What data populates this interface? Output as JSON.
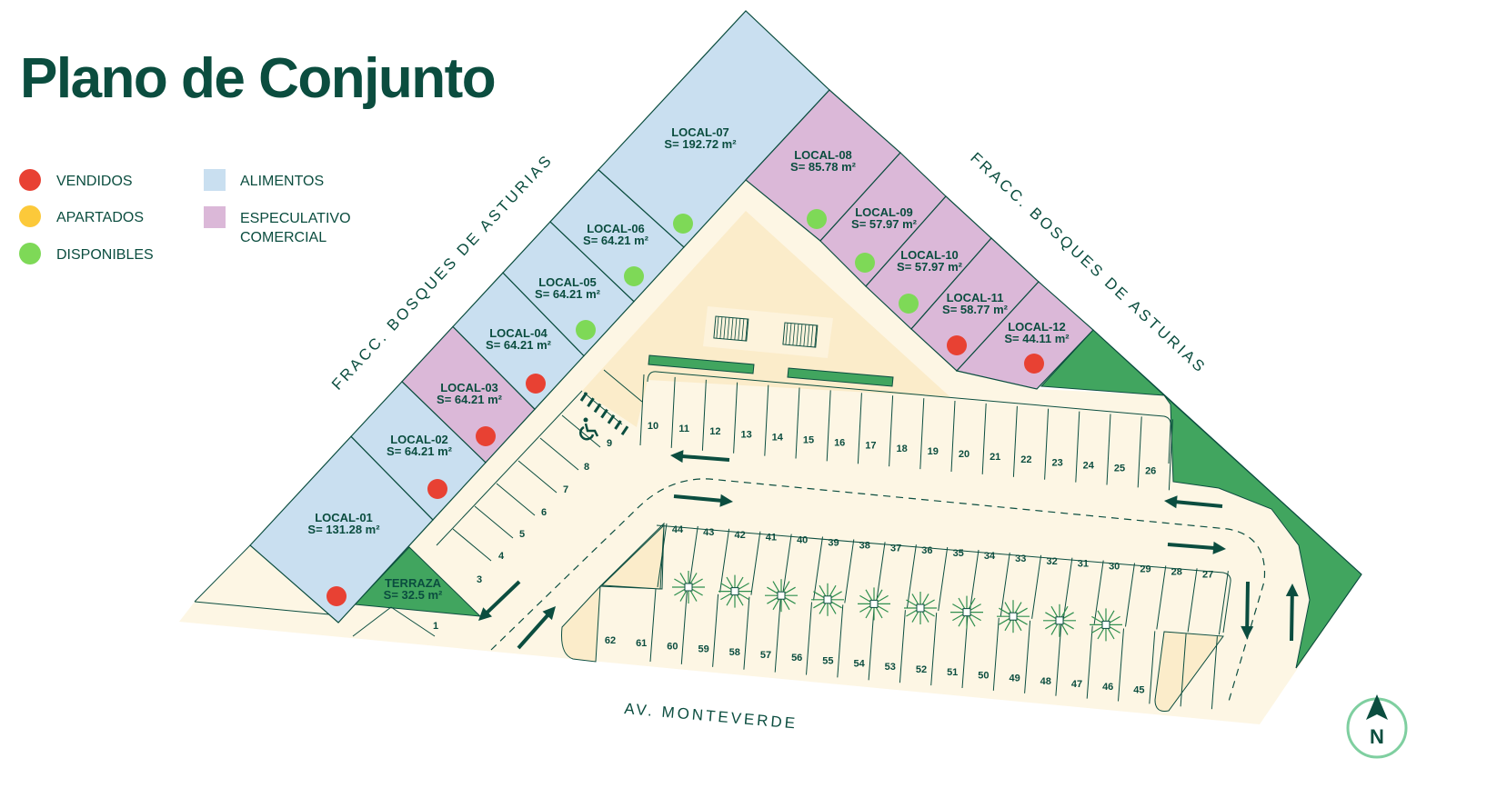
{
  "title": "Plano de Conjunto",
  "legend": {
    "status": [
      {
        "label": "VENDIDOS",
        "color": "#e84133"
      },
      {
        "label": "APARTADOS",
        "color": "#fcc93a"
      },
      {
        "label": "DISPONIBLES",
        "color": "#7ed957"
      }
    ],
    "categories": [
      {
        "label": "ALIMENTOS",
        "color": "#c9dff0"
      },
      {
        "label_line1": "ESPECULATIVO",
        "label_line2": "COMERCIAL",
        "color": "#dbb8d8"
      }
    ]
  },
  "lots": [
    {
      "name": "LOCAL-01",
      "area": "S= 131.28 m²",
      "category": "alimentos",
      "status": "vendido"
    },
    {
      "name": "LOCAL-02",
      "area": "S= 64.21 m²",
      "category": "alimentos",
      "status": "vendido"
    },
    {
      "name": "LOCAL-03",
      "area": "S= 64.21 m²",
      "category": "especulativo",
      "status": "vendido"
    },
    {
      "name": "LOCAL-04",
      "area": "S= 64.21 m²",
      "category": "alimentos",
      "status": "vendido"
    },
    {
      "name": "LOCAL-05",
      "area": "S= 64.21 m²",
      "category": "alimentos",
      "status": "disponible"
    },
    {
      "name": "LOCAL-06",
      "area": "S= 64.21 m²",
      "category": "alimentos",
      "status": "disponible"
    },
    {
      "name": "LOCAL-07",
      "area": "S= 192.72 m²",
      "category": "alimentos",
      "status": "disponible"
    },
    {
      "name": "LOCAL-08",
      "area": "S= 85.78 m²",
      "category": "especulativo",
      "status": "disponible"
    },
    {
      "name": "LOCAL-09",
      "area": "S= 57.97 m²",
      "category": "especulativo",
      "status": "disponible"
    },
    {
      "name": "LOCAL-10",
      "area": "S= 57.97 m²",
      "category": "especulativo",
      "status": "disponible"
    },
    {
      "name": "LOCAL-11",
      "area": "S= 58.77 m²",
      "category": "especulativo",
      "status": "vendido"
    },
    {
      "name": "LOCAL-12",
      "area": "S= 44.11 m²",
      "category": "especulativo",
      "status": "vendido"
    }
  ],
  "terraza": {
    "name": "TERRAZA",
    "area": "S= 32.5 m²"
  },
  "parking": {
    "diagonal": [
      "1",
      "3",
      "4",
      "5",
      "6",
      "7",
      "8",
      "9"
    ],
    "top_row": [
      "10",
      "11",
      "12",
      "13",
      "14",
      "15",
      "16",
      "17",
      "18",
      "19",
      "20",
      "21",
      "22",
      "23",
      "24",
      "25",
      "26"
    ],
    "middle_row": [
      "44",
      "43",
      "42",
      "41",
      "40",
      "39",
      "38",
      "37",
      "36",
      "35",
      "34",
      "33",
      "32",
      "31",
      "30",
      "29",
      "28",
      "27"
    ],
    "bottom_row": [
      "62",
      "61",
      "60",
      "59",
      "58",
      "57",
      "56",
      "55",
      "54",
      "53",
      "52",
      "51",
      "50",
      "49",
      "48",
      "47",
      "46",
      "45"
    ]
  },
  "roads": {
    "left": "FRACC. BOSQUES DE ASTURIAS",
    "right": "FRACC. BOSQUES DE ASTURIAS",
    "bottom": "AV. MONTEVERDE"
  },
  "compass": "N",
  "colors": {
    "dark": "#0b4d3f",
    "sold": "#e84133",
    "reserved": "#fcc93a",
    "available": "#7ed957",
    "food": "#c9dff0",
    "spec": "#dbb8d8",
    "ground": "#fdf6e4",
    "plaza": "#fbecca",
    "green": "#41a55f"
  }
}
